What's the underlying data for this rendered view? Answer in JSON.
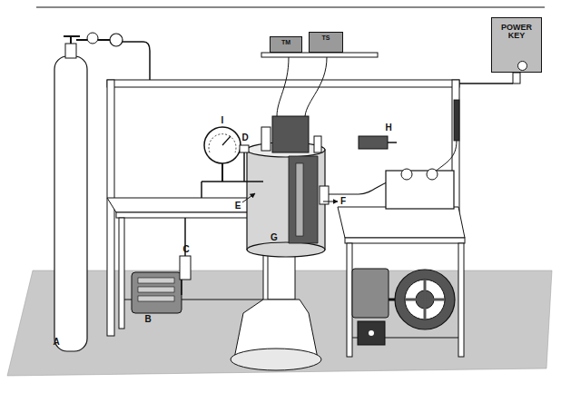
{
  "diagram": {
    "nodes": [
      {
        "text": [
          "POWER KEY"
        ]
      },
      {
        "text": [
          "TM"
        ]
      },
      {
        "text": [
          "TS"
        ]
      }
    ],
    "labels": [
      "A",
      "B",
      "C",
      "D",
      "E",
      "F",
      "G",
      "H",
      "I"
    ]
  }
}
